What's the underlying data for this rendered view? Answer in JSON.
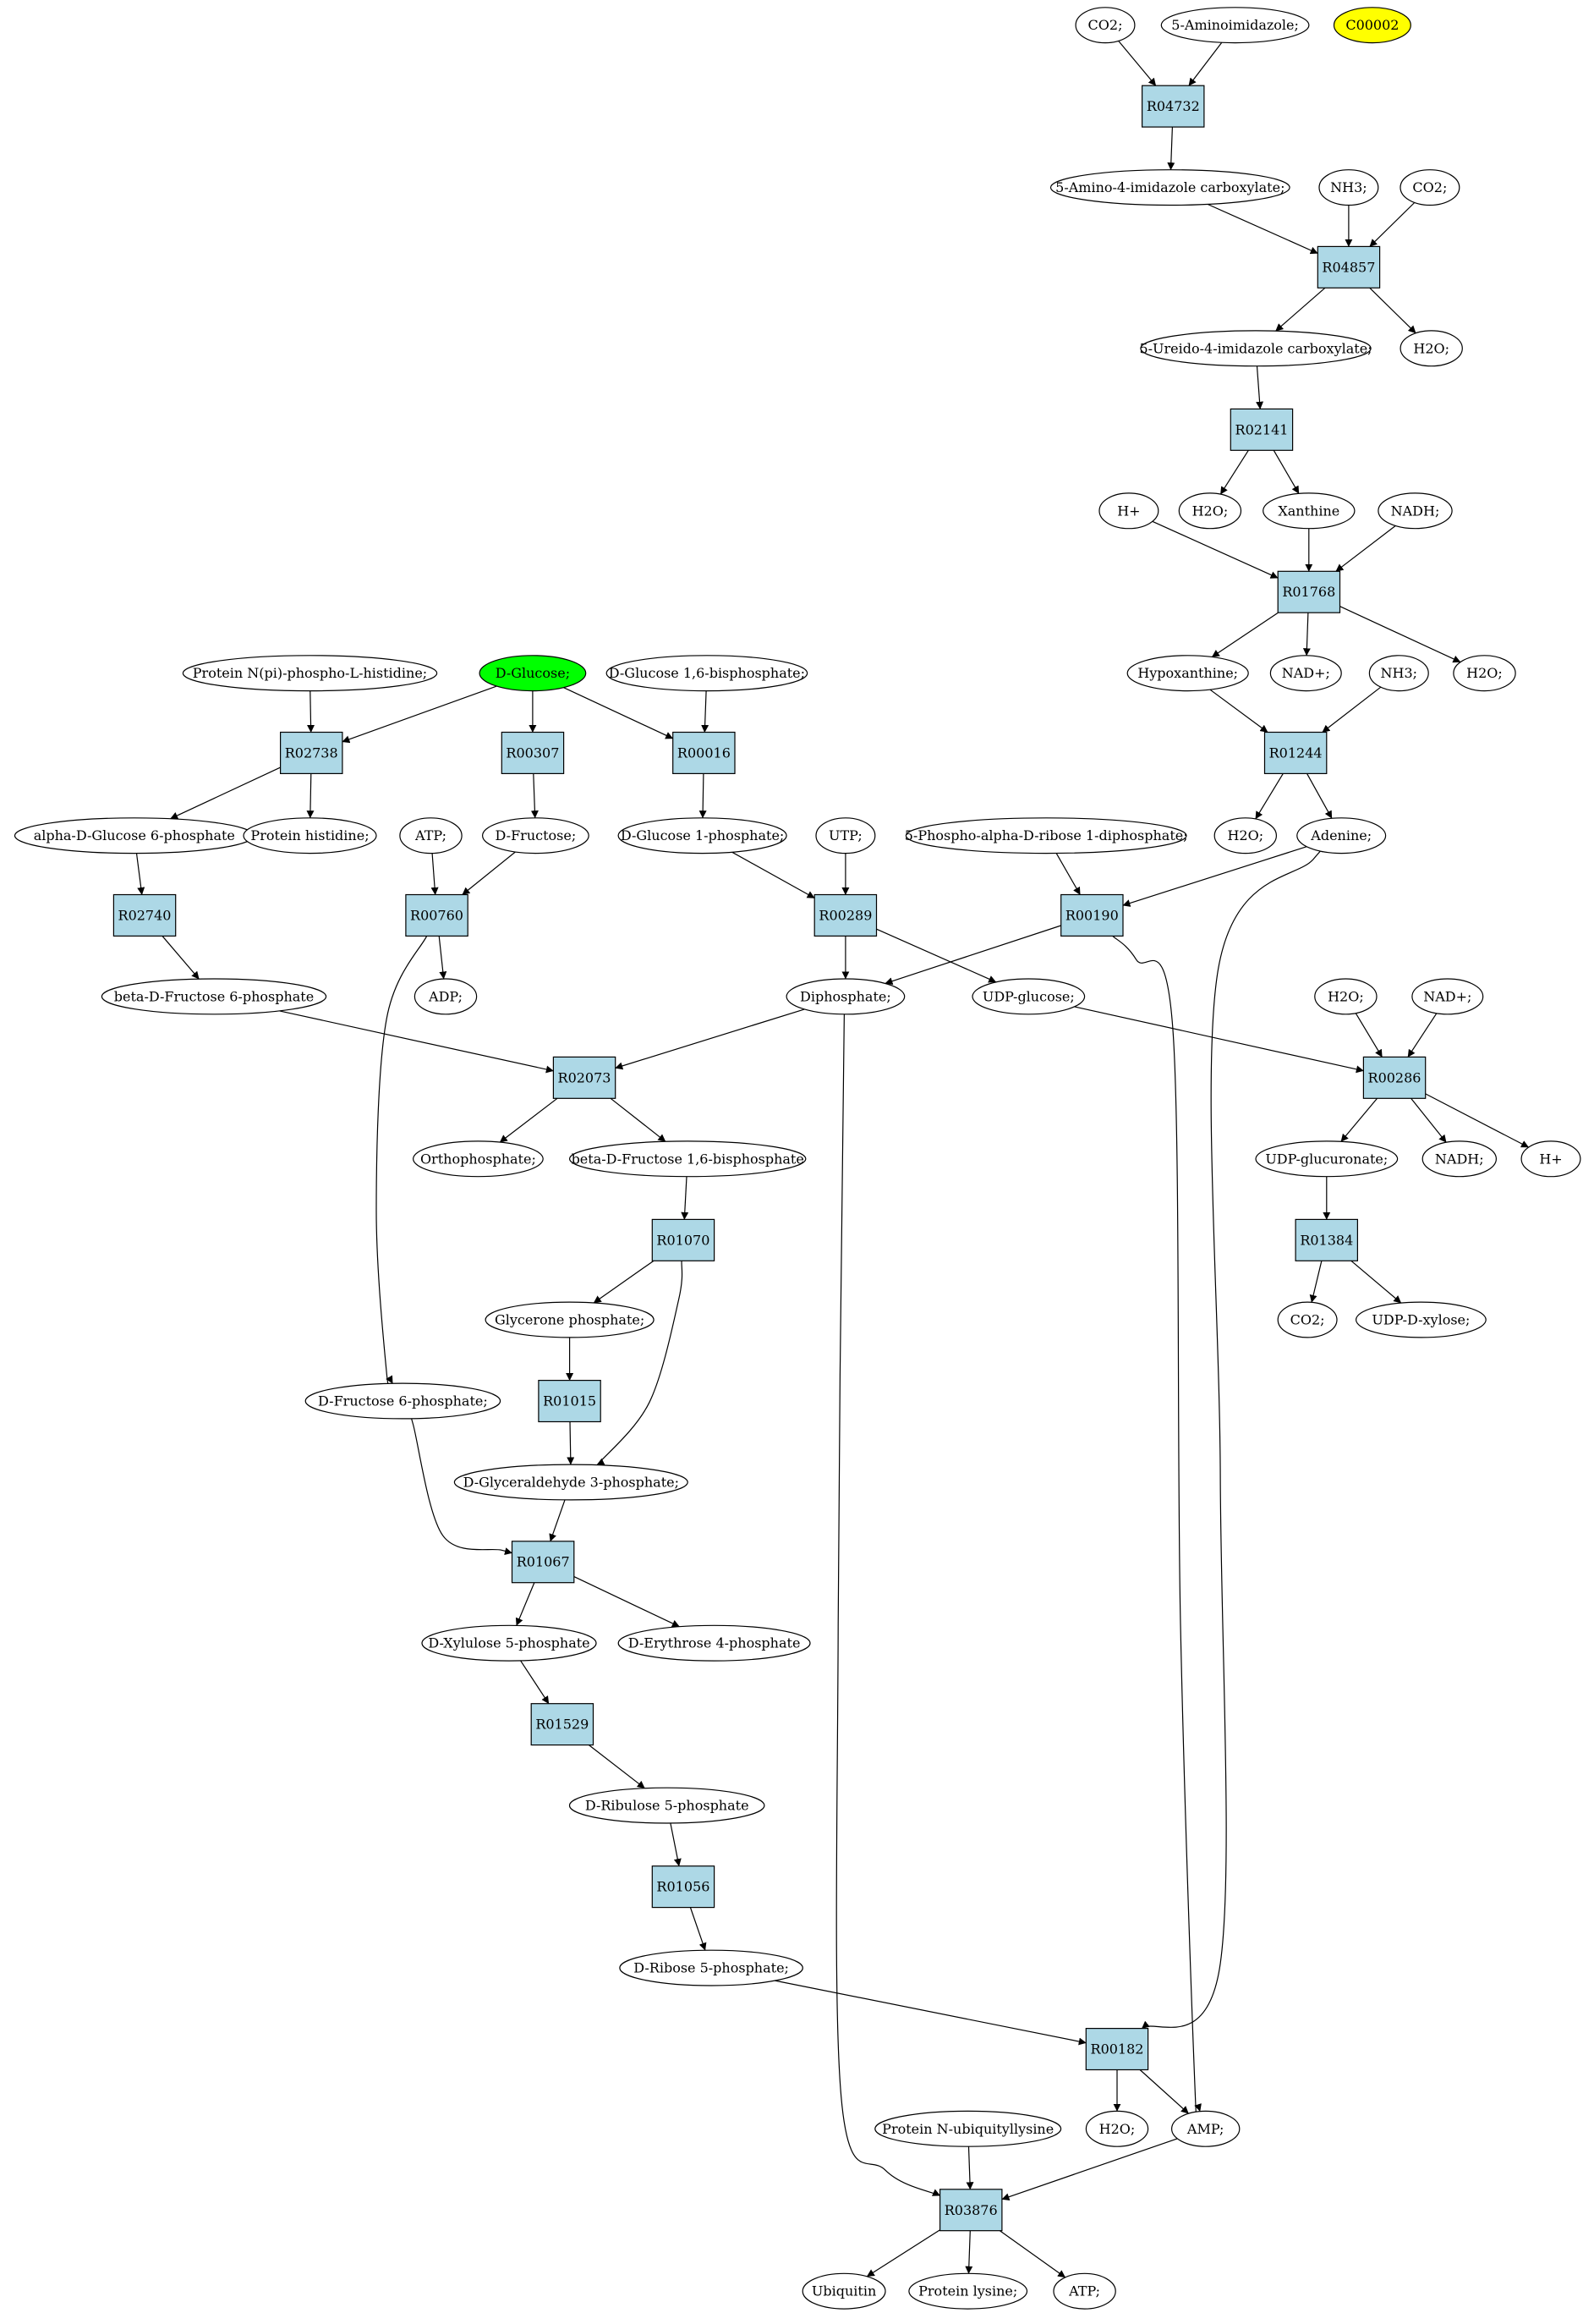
{
  "colors": {
    "reaction_fill": "#add8e6",
    "highlight_green": "#00ff00",
    "highlight_yellow": "#ffff00",
    "compound_fill": "#ffffff",
    "stroke": "#000000"
  },
  "nodes": [
    {
      "id": "co2_a",
      "label": "CO2;",
      "kind": "compound"
    },
    {
      "id": "aminoimidazole",
      "label": "5-Aminoimidazole;",
      "kind": "compound"
    },
    {
      "id": "c00002",
      "label": "C00002",
      "kind": "compound",
      "fill": "highlight_yellow"
    },
    {
      "id": "r04732",
      "label": "R04732",
      "kind": "reaction"
    },
    {
      "id": "aica",
      "label": "5-Amino-4-imidazole carboxylate;",
      "kind": "compound"
    },
    {
      "id": "nh3_a",
      "label": "NH3;",
      "kind": "compound"
    },
    {
      "id": "co2_b",
      "label": "CO2;",
      "kind": "compound"
    },
    {
      "id": "r04857",
      "label": "R04857",
      "kind": "reaction"
    },
    {
      "id": "ureido",
      "label": "5-Ureido-4-imidazole carboxylate;",
      "kind": "compound"
    },
    {
      "id": "h2o_a",
      "label": "H2O;",
      "kind": "compound"
    },
    {
      "id": "r02141",
      "label": "R02141",
      "kind": "reaction"
    },
    {
      "id": "hplus_a",
      "label": "H+",
      "kind": "compound"
    },
    {
      "id": "h2o_b",
      "label": "H2O;",
      "kind": "compound"
    },
    {
      "id": "xanthine",
      "label": "Xanthine",
      "kind": "compound"
    },
    {
      "id": "nadh_a",
      "label": "NADH;",
      "kind": "compound"
    },
    {
      "id": "r01768",
      "label": "R01768",
      "kind": "reaction"
    },
    {
      "id": "hypoxanthine",
      "label": "Hypoxanthine;",
      "kind": "compound"
    },
    {
      "id": "nadplus_a",
      "label": "NAD+;",
      "kind": "compound"
    },
    {
      "id": "nh3_b",
      "label": "NH3;",
      "kind": "compound"
    },
    {
      "id": "h2o_c",
      "label": "H2O;",
      "kind": "compound"
    },
    {
      "id": "r01244",
      "label": "R01244",
      "kind": "reaction"
    },
    {
      "id": "h2o_d",
      "label": "H2O;",
      "kind": "compound"
    },
    {
      "id": "adenine",
      "label": "Adenine;",
      "kind": "compound"
    },
    {
      "id": "npi_his",
      "label": "Protein N(pi)-phospho-L-histidine;",
      "kind": "compound"
    },
    {
      "id": "dglucose",
      "label": "D-Glucose;",
      "kind": "compound",
      "fill": "highlight_green"
    },
    {
      "id": "dg16bp",
      "label": "D-Glucose 1,6-bisphosphate;",
      "kind": "compound"
    },
    {
      "id": "r02738",
      "label": "R02738",
      "kind": "reaction"
    },
    {
      "id": "r00307",
      "label": "R00307",
      "kind": "reaction"
    },
    {
      "id": "r00016",
      "label": "R00016",
      "kind": "reaction"
    },
    {
      "id": "ag6p",
      "label": "alpha-D-Glucose 6-phosphate",
      "kind": "compound"
    },
    {
      "id": "protein_his",
      "label": "Protein histidine;",
      "kind": "compound"
    },
    {
      "id": "atp_a",
      "label": "ATP;",
      "kind": "compound"
    },
    {
      "id": "dfructose",
      "label": "D-Fructose;",
      "kind": "compound"
    },
    {
      "id": "dg1p",
      "label": "D-Glucose 1-phosphate;",
      "kind": "compound"
    },
    {
      "id": "utp",
      "label": "UTP;",
      "kind": "compound"
    },
    {
      "id": "prpp",
      "label": "5-Phospho-alpha-D-ribose 1-diphosphate;",
      "kind": "compound"
    },
    {
      "id": "r02740",
      "label": "R02740",
      "kind": "reaction"
    },
    {
      "id": "r00760",
      "label": "R00760",
      "kind": "reaction"
    },
    {
      "id": "r00289",
      "label": "R00289",
      "kind": "reaction"
    },
    {
      "id": "r00190",
      "label": "R00190",
      "kind": "reaction"
    },
    {
      "id": "bf6p",
      "label": "beta-D-Fructose 6-phosphate",
      "kind": "compound"
    },
    {
      "id": "adp",
      "label": "ADP;",
      "kind": "compound"
    },
    {
      "id": "diphosphate",
      "label": "Diphosphate;",
      "kind": "compound"
    },
    {
      "id": "udpglucose",
      "label": "UDP-glucose;",
      "kind": "compound"
    },
    {
      "id": "h2o_e",
      "label": "H2O;",
      "kind": "compound"
    },
    {
      "id": "nadplus_b",
      "label": "NAD+;",
      "kind": "compound"
    },
    {
      "id": "r02073",
      "label": "R02073",
      "kind": "reaction"
    },
    {
      "id": "r00286",
      "label": "R00286",
      "kind": "reaction"
    },
    {
      "id": "orthophosphate",
      "label": "Orthophosphate;",
      "kind": "compound"
    },
    {
      "id": "bf16bp",
      "label": "beta-D-Fructose 1,6-bisphosphate",
      "kind": "compound"
    },
    {
      "id": "udpglucuronate",
      "label": "UDP-glucuronate;",
      "kind": "compound"
    },
    {
      "id": "nadh_b",
      "label": "NADH;",
      "kind": "compound"
    },
    {
      "id": "hplus_b",
      "label": "H+",
      "kind": "compound"
    },
    {
      "id": "r01070",
      "label": "R01070",
      "kind": "reaction"
    },
    {
      "id": "r01384",
      "label": "R01384",
      "kind": "reaction"
    },
    {
      "id": "glycerone_p",
      "label": "Glycerone phosphate;",
      "kind": "compound"
    },
    {
      "id": "co2_c",
      "label": "CO2;",
      "kind": "compound"
    },
    {
      "id": "udpxylose",
      "label": "UDP-D-xylose;",
      "kind": "compound"
    },
    {
      "id": "r01015",
      "label": "R01015",
      "kind": "reaction"
    },
    {
      "id": "df6p",
      "label": "D-Fructose 6-phosphate;",
      "kind": "compound"
    },
    {
      "id": "dga3p",
      "label": "D-Glyceraldehyde 3-phosphate;",
      "kind": "compound"
    },
    {
      "id": "r01067",
      "label": "R01067",
      "kind": "reaction"
    },
    {
      "id": "dx5p",
      "label": "D-Xylulose 5-phosphate",
      "kind": "compound"
    },
    {
      "id": "de4p",
      "label": "D-Erythrose 4-phosphate",
      "kind": "compound"
    },
    {
      "id": "r01529",
      "label": "R01529",
      "kind": "reaction"
    },
    {
      "id": "dribulose5p",
      "label": "D-Ribulose 5-phosphate",
      "kind": "compound"
    },
    {
      "id": "r01056",
      "label": "R01056",
      "kind": "reaction"
    },
    {
      "id": "dribose5p",
      "label": "D-Ribose 5-phosphate;",
      "kind": "compound"
    },
    {
      "id": "r00182",
      "label": "R00182",
      "kind": "reaction"
    },
    {
      "id": "ubiq_lys",
      "label": "Protein N-ubiquityllysine",
      "kind": "compound"
    },
    {
      "id": "h2o_f",
      "label": "H2O;",
      "kind": "compound"
    },
    {
      "id": "amp",
      "label": "AMP;",
      "kind": "compound"
    },
    {
      "id": "r03876",
      "label": "R03876",
      "kind": "reaction"
    },
    {
      "id": "ubiquitin",
      "label": "Ubiquitin",
      "kind": "compound"
    },
    {
      "id": "protein_lys",
      "label": "Protein lysine;",
      "kind": "compound"
    },
    {
      "id": "atp_b",
      "label": "ATP;",
      "kind": "compound"
    }
  ],
  "edges": [
    [
      "co2_a",
      "r04732"
    ],
    [
      "aminoimidazole",
      "r04732"
    ],
    [
      "r04732",
      "aica"
    ],
    [
      "aica",
      "r04857"
    ],
    [
      "nh3_a",
      "r04857"
    ],
    [
      "co2_b",
      "r04857"
    ],
    [
      "r04857",
      "ureido"
    ],
    [
      "r04857",
      "h2o_a"
    ],
    [
      "ureido",
      "r02141"
    ],
    [
      "r02141",
      "h2o_b"
    ],
    [
      "r02141",
      "xanthine"
    ],
    [
      "hplus_a",
      "r01768"
    ],
    [
      "xanthine",
      "r01768"
    ],
    [
      "nadh_a",
      "r01768"
    ],
    [
      "r01768",
      "hypoxanthine"
    ],
    [
      "r01768",
      "nadplus_a"
    ],
    [
      "r01768",
      "h2o_c"
    ],
    [
      "hypoxanthine",
      "r01244"
    ],
    [
      "nh3_b",
      "r01244"
    ],
    [
      "r01244",
      "h2o_d"
    ],
    [
      "r01244",
      "adenine"
    ],
    [
      "npi_his",
      "r02738"
    ],
    [
      "dglucose",
      "r02738"
    ],
    [
      "dglucose",
      "r00307"
    ],
    [
      "dglucose",
      "r00016"
    ],
    [
      "dg16bp",
      "r00016"
    ],
    [
      "r02738",
      "ag6p"
    ],
    [
      "r02738",
      "protein_his"
    ],
    [
      "r00307",
      "dfructose"
    ],
    [
      "r00016",
      "dg1p"
    ],
    [
      "ag6p",
      "r02740"
    ],
    [
      "r02740",
      "bf6p"
    ],
    [
      "atp_a",
      "r00760"
    ],
    [
      "dfructose",
      "r00760"
    ],
    [
      "r00760",
      "adp"
    ],
    [
      "r00760",
      "df6p"
    ],
    [
      "dg1p",
      "r00289"
    ],
    [
      "utp",
      "r00289"
    ],
    [
      "r00289",
      "diphosphate"
    ],
    [
      "r00289",
      "udpglucose"
    ],
    [
      "prpp",
      "r00190"
    ],
    [
      "adenine",
      "r00190"
    ],
    [
      "r00190",
      "diphosphate"
    ],
    [
      "r00190",
      "amp"
    ],
    [
      "bf6p",
      "r02073"
    ],
    [
      "diphosphate",
      "r02073"
    ],
    [
      "r02073",
      "orthophosphate"
    ],
    [
      "r02073",
      "bf16bp"
    ],
    [
      "udpglucose",
      "r00286"
    ],
    [
      "h2o_e",
      "r00286"
    ],
    [
      "nadplus_b",
      "r00286"
    ],
    [
      "r00286",
      "udpglucuronate"
    ],
    [
      "r00286",
      "nadh_b"
    ],
    [
      "r00286",
      "hplus_b"
    ],
    [
      "udpglucuronate",
      "r01384"
    ],
    [
      "r01384",
      "co2_c"
    ],
    [
      "r01384",
      "udpxylose"
    ],
    [
      "bf16bp",
      "r01070"
    ],
    [
      "r01070",
      "glycerone_p"
    ],
    [
      "r01070",
      "dga3p"
    ],
    [
      "glycerone_p",
      "r01015"
    ],
    [
      "r01015",
      "dga3p"
    ],
    [
      "df6p",
      "r01067"
    ],
    [
      "dga3p",
      "r01067"
    ],
    [
      "r01067",
      "dx5p"
    ],
    [
      "r01067",
      "de4p"
    ],
    [
      "dx5p",
      "r01529"
    ],
    [
      "r01529",
      "dribulose5p"
    ],
    [
      "dribulose5p",
      "r01056"
    ],
    [
      "r01056",
      "dribose5p"
    ],
    [
      "dribose5p",
      "r00182"
    ],
    [
      "adenine",
      "r00182"
    ],
    [
      "r00182",
      "h2o_f"
    ],
    [
      "r00182",
      "amp"
    ],
    [
      "diphosphate",
      "r03876"
    ],
    [
      "ubiq_lys",
      "r03876"
    ],
    [
      "amp",
      "r03876"
    ],
    [
      "r03876",
      "ubiquitin"
    ],
    [
      "r03876",
      "protein_lys"
    ],
    [
      "r03876",
      "atp_b"
    ]
  ]
}
